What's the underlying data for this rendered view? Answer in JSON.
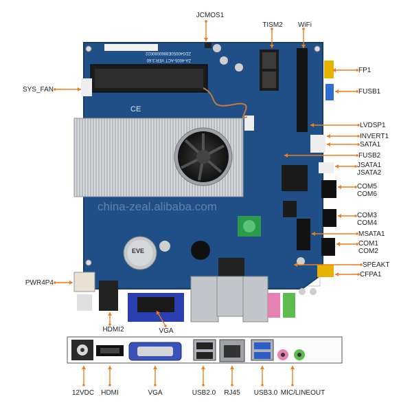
{
  "board": {
    "silkscreen_model": "ZA-4005-ACT  VER:3.60",
    "silkscreen_serial": "ZDS40050E8860080022",
    "watermark": "china-zeal.alibaba.com",
    "cpu_marking": "CE",
    "battery_brand": "EVE"
  },
  "labels": {
    "jcmos1": "JCMOS1",
    "tism2": "TISM2",
    "wifi": "WiFi",
    "fp1": "FP1",
    "fusb1": "FUSB1",
    "sys_fan": "SYS_FAN",
    "lvdsp1": "LVDSP1",
    "invert1": "INVERT1",
    "sata1": "SATA1",
    "fusb2": "FUSB2",
    "jsata1": "JSATA1",
    "jsata2": "JSATA2",
    "com5": "COM5",
    "com6": "COM6",
    "com3": "COM3",
    "com4": "COM4",
    "msata1": "MSATA1",
    "com1": "COM1",
    "com2": "COM2",
    "speakt": "SPEAKT",
    "cfpa1": "CFPA1",
    "pwr4p4": "PWR4P4",
    "hdmi2": "HDMI2",
    "vga_top": "VGA"
  },
  "io_labels": {
    "dc": "12VDC",
    "hdmi": "HDMI",
    "vga": "VGA",
    "usb2": "USB2.0",
    "rj45": "RJ45",
    "usb3": "USB3.0",
    "audio": "MIC/LINEOUT"
  },
  "colors": {
    "pcb": "#1f4f86",
    "pcb_dark": "#163c69",
    "heatsink": "#c9ccd0",
    "leader": "#ee7d1a",
    "io_panel": "#2d2d2d"
  }
}
